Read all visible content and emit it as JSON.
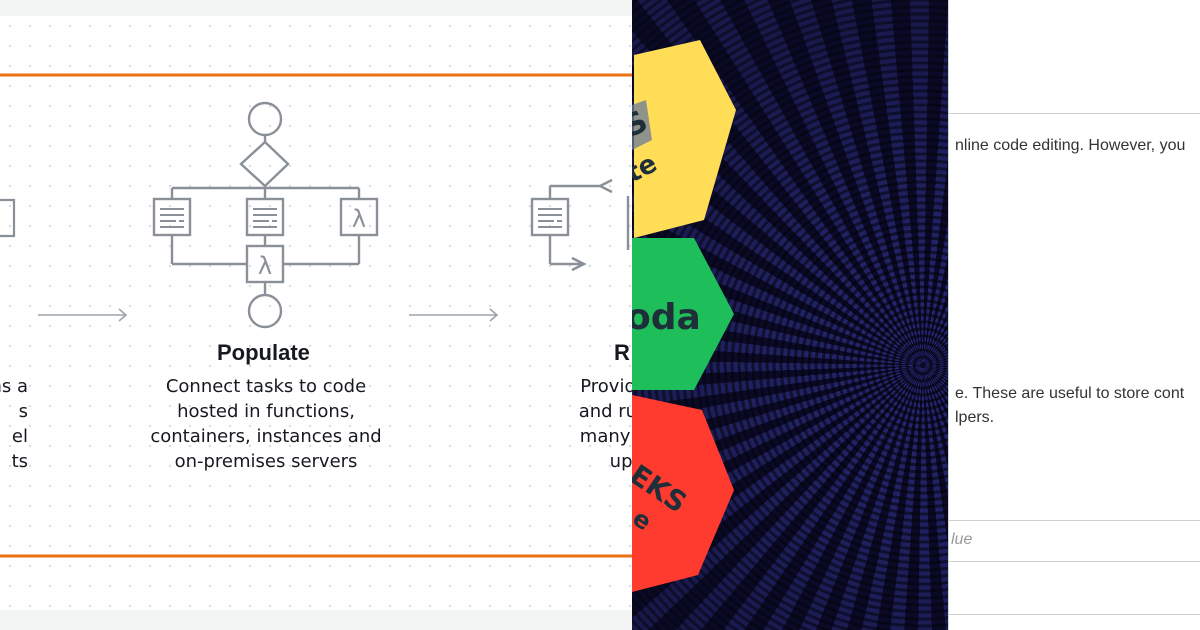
{
  "left_panel": {
    "steps": [
      {
        "title": "",
        "description_lines": [
          "ns a",
          "s",
          "el",
          "ts"
        ]
      },
      {
        "title": "Populate",
        "description_lines": [
          "Connect tasks to code",
          "hosted in functions,",
          "containers, instances and",
          "on-premises servers"
        ]
      },
      {
        "title": "R",
        "description_lines": [
          "Provide any",
          "and run you",
          "many times",
          "up to"
        ]
      }
    ],
    "icons": {
      "function": "λ",
      "colors": {
        "orange_rule": "#ec7211",
        "diagram_stroke": "#8a9097",
        "arrow": "#9ca3aa"
      }
    }
  },
  "middle_panel": {
    "hexagons": [
      {
        "label_top": "S",
        "label": "te",
        "color": "#ffdd57"
      },
      {
        "label": "oda",
        "color": "#1ebf5a"
      },
      {
        "label": "EKS",
        "label_sub": "e",
        "color": "#ff3b30"
      }
    ]
  },
  "right_panel": {
    "paragraph1": "nline code editing. However, you",
    "paragraph2_line1": "e. These are useful to store cont",
    "paragraph2_line2": "lpers.",
    "input_placeholder": "lue"
  }
}
